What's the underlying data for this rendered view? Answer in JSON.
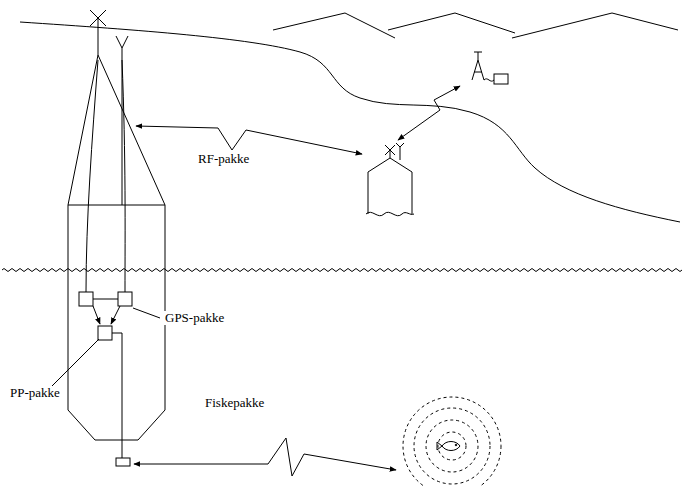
{
  "diagram": {
    "labels": [
      "RF-pakke",
      "GPS-pakke",
      "PP-pakke",
      "Fiskepakke"
    ]
  }
}
